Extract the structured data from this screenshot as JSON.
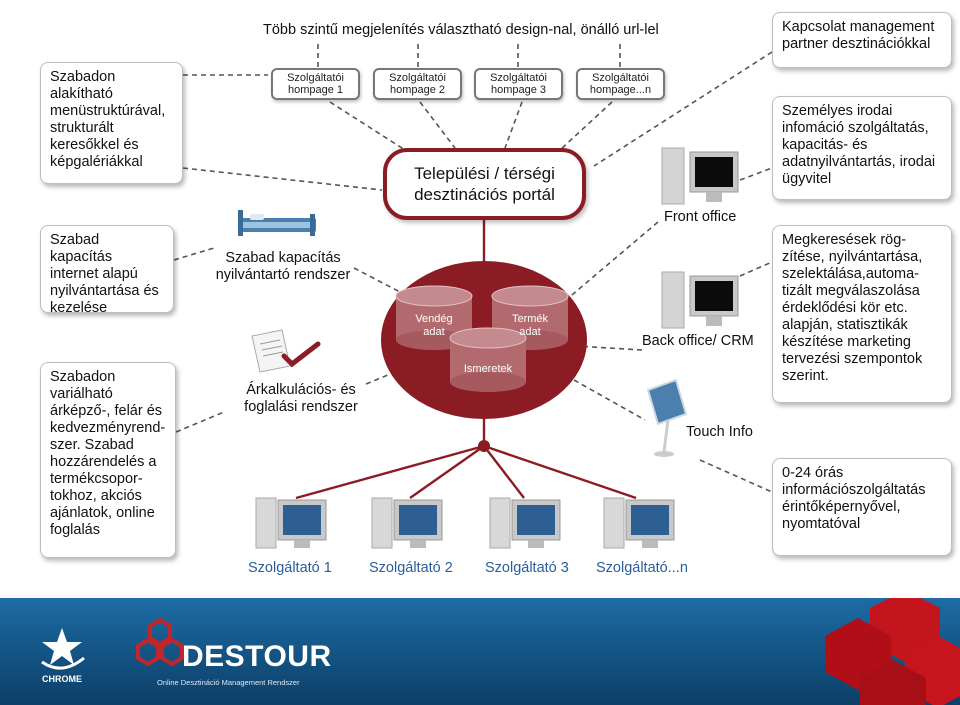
{
  "top_caption": "Több szintű megjelenítés választható design-nal, önálló url-lel",
  "homepages": [
    "Szolgáltatói hompage 1",
    "Szolgáltatói hompage 2",
    "Szolgáltatói hompage 3",
    "Szolgáltatói hompage...n"
  ],
  "portal": {
    "line1": "Települési / térségi",
    "line2": "desztinációs portál"
  },
  "databases": {
    "guest": "Vendég adat",
    "product": "Termék adat",
    "knowledge": "Ismeretek"
  },
  "left_notes": {
    "menu": "Szabadon alakítható menüstruktúrával, strukturált keresőkkel és képgalériákkal",
    "capacity": "Szabad kapacítás internet alapú nyilvántartása és kezelése",
    "pricing": "Szabadon variálható árképző-, felár és kedvezményrend-szer. Szabad hozzárendelés a termékcsopor-tokhoz, akciós ajánlatok, online foglalás"
  },
  "right_notes": {
    "partner": "Kapcsolat management partner desztinációkkal",
    "office": "Személyes irodai infomáció szolgáltatás, kapacitás- és adatnyilvántartás, irodai ügyvitel",
    "crm": "Megkeresések rög-zítése, nyilvántartása, szelektálása,automa-tizált megválaszolása érdeklődési kör etc. alapján, statisztikák készítése marketing tervezési szempontok szerint.",
    "kiosk": "0-24 órás információszolgáltatás érintőképernyővel, nyomtatóval"
  },
  "labels": {
    "capacity_system": "Szabad kapacítás nyilvántartó rendszer",
    "pricing_system": "Árkalkulációs- és foglalási rendszer",
    "front_office": "Front office",
    "back_office": "Back office/ CRM",
    "touch_info": "Touch Info"
  },
  "providers": [
    "Szolgáltató 1",
    "Szolgáltató 2",
    "Szolgáltató 3",
    "Szolgáltató...n"
  ],
  "footer": {
    "chrome": "CHROME",
    "destour": "DESTOUR",
    "destour_sub": "Online Desztináció Management Rendszer"
  },
  "colors": {
    "accent": "#8c1c24",
    "provider_text": "#2a5d9c",
    "footer_blue": "#155788"
  }
}
